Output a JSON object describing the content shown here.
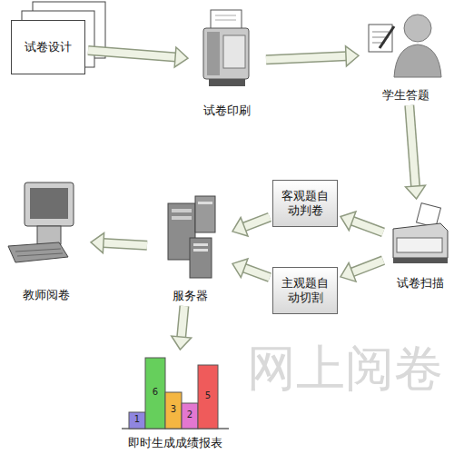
{
  "diagram": {
    "nodes": [
      {
        "text": [
          "试卷设计"
        ]
      },
      {
        "text": [
          "试卷印刷"
        ]
      },
      {
        "text": [
          "学生答题"
        ]
      },
      {
        "text": [
          "试卷扫描"
        ]
      },
      {
        "text": [
          "客观题自动判卷"
        ]
      },
      {
        "text": [
          "主观题自动切割"
        ]
      },
      {
        "text": [
          "服务器"
        ]
      },
      {
        "text": [
          "教师阅卷"
        ]
      },
      {
        "text": [
          "即时生成成绩报表"
        ]
      }
    ],
    "edges": [
      {
        "from": 0,
        "to": 1,
        "arrow": "to"
      },
      {
        "from": 1,
        "to": 2,
        "arrow": "to"
      },
      {
        "from": 2,
        "to": 3,
        "arrow": "to"
      },
      {
        "from": 3,
        "to": 4,
        "arrow": "to"
      },
      {
        "from": 3,
        "to": 5,
        "arrow": "to"
      },
      {
        "from": 4,
        "to": 6,
        "arrow": "to"
      },
      {
        "from": 5,
        "to": 6,
        "arrow": "to"
      },
      {
        "from": 6,
        "to": 7,
        "arrow": "to"
      },
      {
        "from": 6,
        "to": 8,
        "arrow": "to"
      }
    ],
    "labels": [
      "1",
      "6",
      "3",
      "2",
      "5",
      "网上阅卷"
    ]
  }
}
